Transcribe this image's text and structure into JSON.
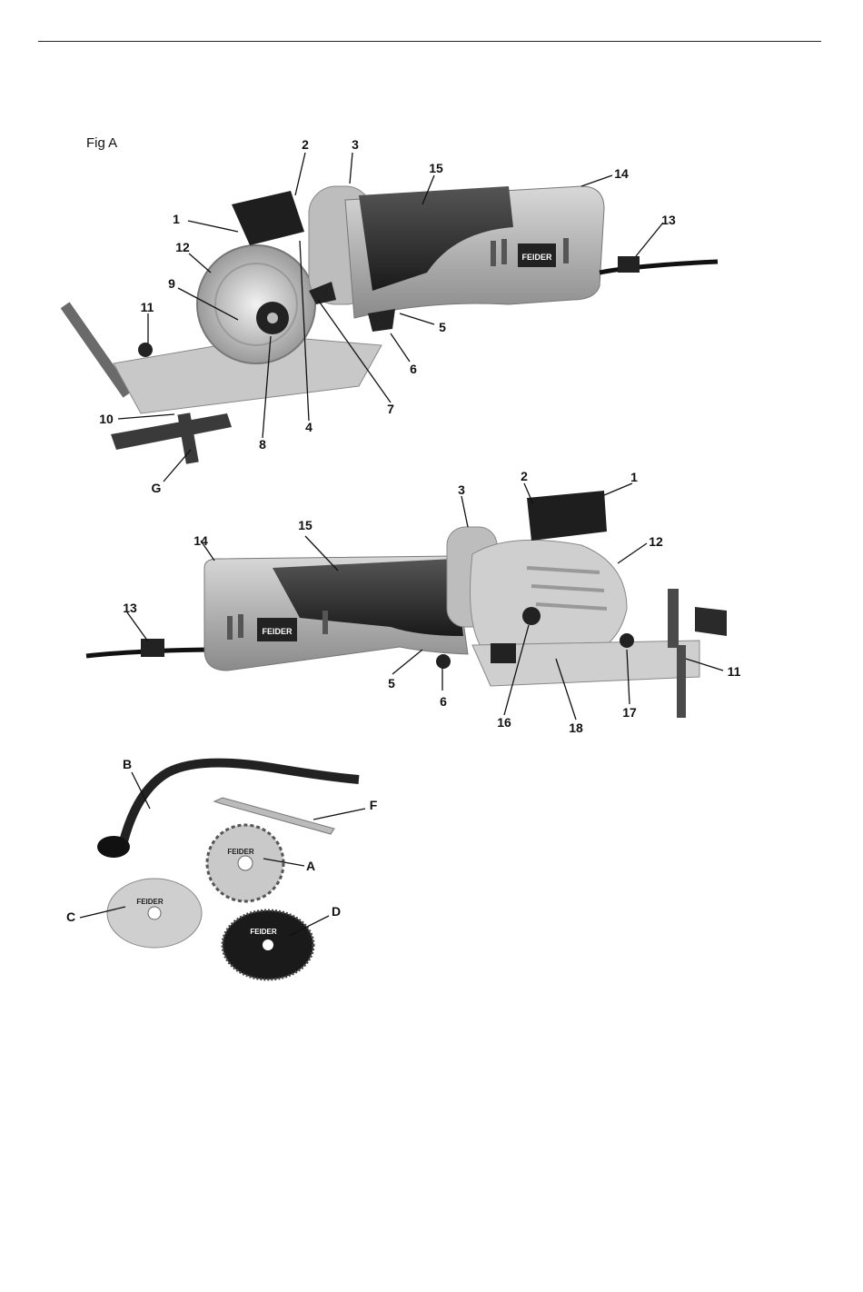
{
  "figure": {
    "title": "Fig A",
    "brand": "FEIDER",
    "top_view_labels": [
      "1",
      "2",
      "3",
      "15",
      "14",
      "13",
      "12",
      "9",
      "11",
      "5",
      "6",
      "7",
      "4",
      "8",
      "10",
      "G"
    ],
    "bottom_view_labels": [
      "3",
      "2",
      "1",
      "14",
      "15",
      "12",
      "13",
      "11",
      "5",
      "6",
      "16",
      "18",
      "17"
    ],
    "accessory_labels": [
      "B",
      "F",
      "A",
      "C",
      "D"
    ]
  }
}
